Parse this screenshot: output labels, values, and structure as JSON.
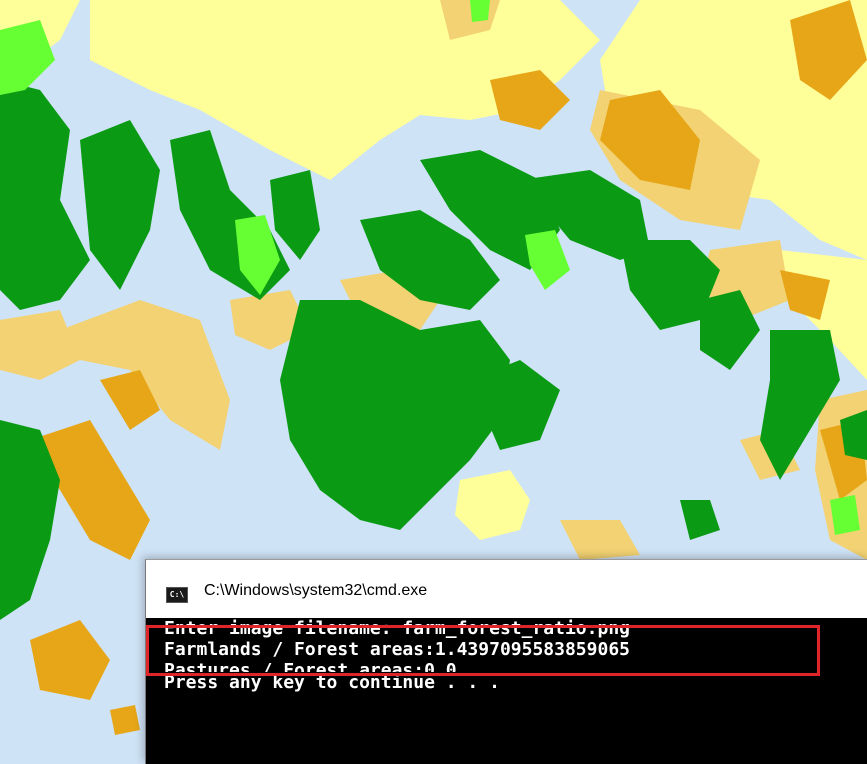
{
  "window": {
    "title": "C:\\Windows\\system32\\cmd.exe",
    "icon_label": "C:\\"
  },
  "console": {
    "lines": [
      "Enter image filename: farm_forest_ratio.png",
      "Farmlands / Forest areas:1.4397095583859065",
      "Pastures / Forest areas:0.0",
      "Press any key to continue . . ."
    ]
  },
  "colors": {
    "water": "#cfe3f7",
    "forest": "#0a9a14",
    "pasture": "#66ff33",
    "farmland_light": "#ffff99",
    "farmland_mid": "#f2d272",
    "farmland_dark": "#e6a617",
    "highlight": "#e0252a"
  }
}
